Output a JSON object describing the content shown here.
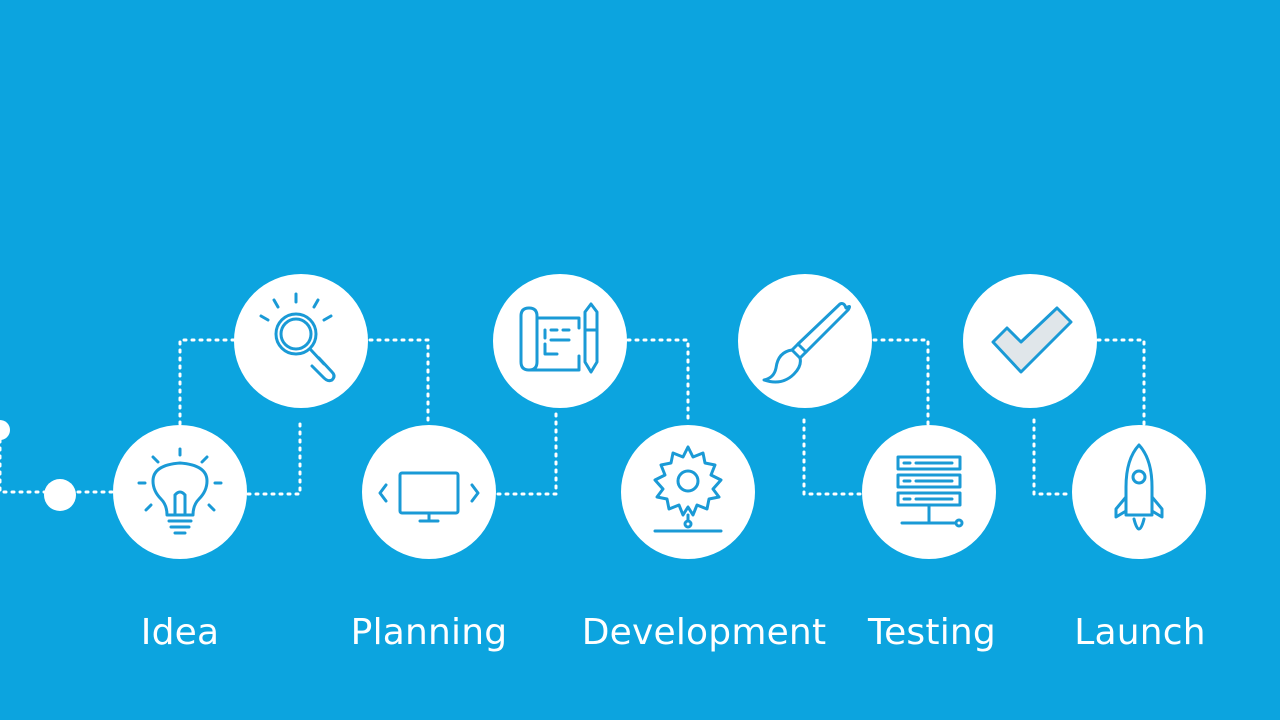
{
  "steps": [
    {
      "label": "Idea",
      "icon": "lightbulb-icon"
    },
    {
      "label": "Planning",
      "icon": "monitor-icon"
    },
    {
      "label": "Development",
      "icon": "gear-icon"
    },
    {
      "label": "Testing",
      "icon": "server-icon"
    },
    {
      "label": "Launch",
      "icon": "rocket-icon"
    }
  ],
  "upper_icons": [
    "magnifier-icon",
    "blueprint-icon",
    "paintbrush-icon",
    "checkmark-icon"
  ],
  "colors": {
    "background": "#0ca4df",
    "node": "#ffffff",
    "icon": "#1a9ad6",
    "connector": "#ffffff"
  }
}
